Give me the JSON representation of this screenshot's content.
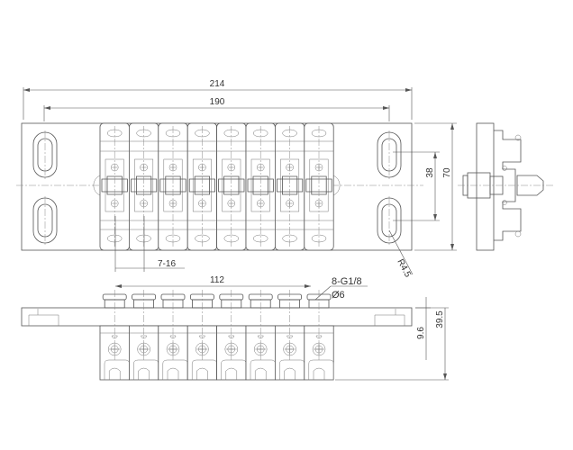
{
  "dimensions": {
    "overall_length": "214",
    "mounting_pitch": "190",
    "slot_spacing": "38",
    "overall_width": "70",
    "module_count_pitch": "7-16",
    "slot_radius": "R4.5",
    "port_span": "112",
    "port_spec": "8-G1/8",
    "port_diameter": "Ø6",
    "bar_thickness": "9.6",
    "overall_height": "39.5"
  },
  "module_count": 8,
  "colors": {
    "line": "#555555",
    "background": "#ffffff"
  }
}
